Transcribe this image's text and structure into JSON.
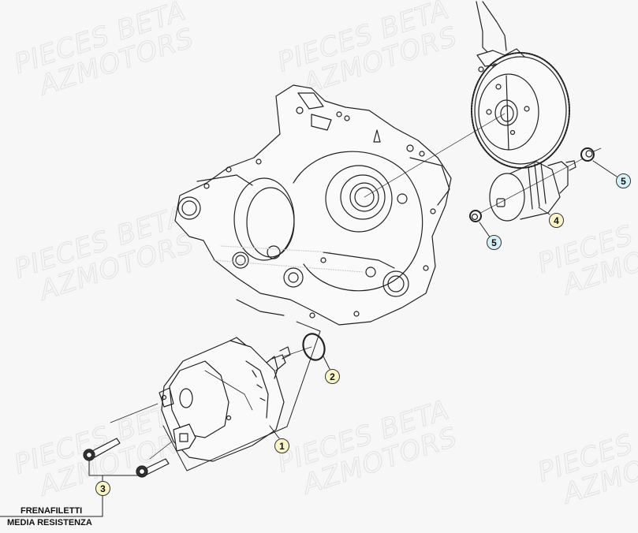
{
  "diagram": {
    "type": "exploded-parts-diagram",
    "subject": "starter motor assembly",
    "background_color": "#f7f7f7",
    "line_color": "#222222",
    "watermark": {
      "line1": "PIECES BETA",
      "line2": "AZMOTORS",
      "color": "#e2e2e2"
    },
    "callouts": [
      {
        "id": "1",
        "label": "1",
        "color": "#fbf6c9",
        "part": "starter-motor"
      },
      {
        "id": "2",
        "label": "2",
        "color": "#fbf6c9",
        "part": "o-ring"
      },
      {
        "id": "3",
        "label": "3",
        "color": "#fbf6c9",
        "part": "mounting-bolts"
      },
      {
        "id": "4",
        "label": "4",
        "color": "#fbf6c9",
        "part": "starter-drive-gear"
      },
      {
        "id": "5a",
        "label": "5",
        "color": "#d6f1f7",
        "part": "nut-right"
      },
      {
        "id": "5b",
        "label": "5",
        "color": "#d6f1f7",
        "part": "nut-left"
      }
    ],
    "note": {
      "line1": "FRENAFILETTI",
      "line2": "MEDIA RESISTENZA"
    }
  }
}
